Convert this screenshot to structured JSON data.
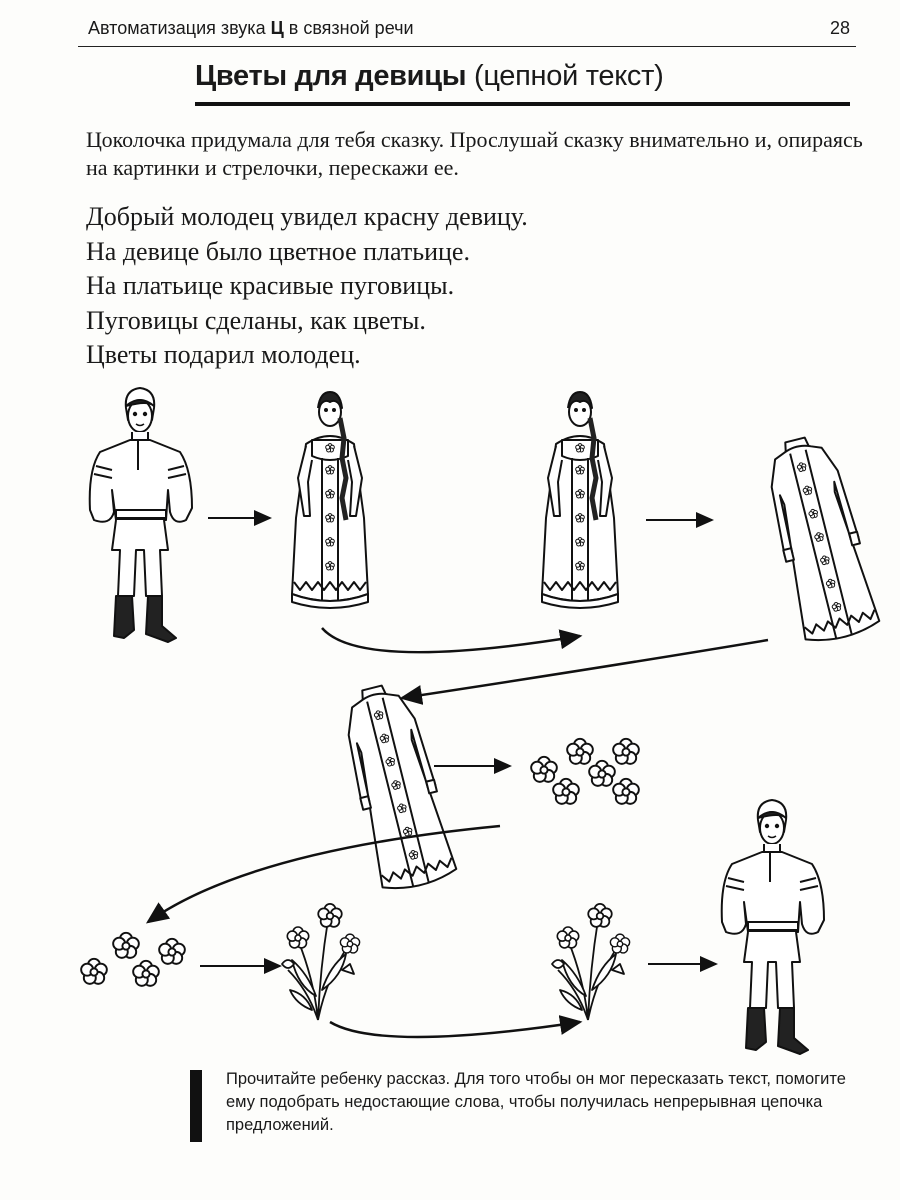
{
  "header": {
    "running_title_prefix": "Автоматизация звука ",
    "running_title_sound": "Ц",
    "running_title_suffix": " в связной речи",
    "page_number": "28"
  },
  "title": {
    "main": "Цветы для девицы",
    "sub": " (цепной текст)"
  },
  "intro": "Цоколочка придумала для тебя сказку. Прослушай сказку внимательно и, опираясь на картинки и стрелочки, перескажи ее.",
  "story": [
    "Добрый молодец увидел красну девицу.",
    "На девице было цветное платьице.",
    "На платьице красивые пуговицы.",
    "Пуговицы сделаны, как цветы.",
    "Цветы подарил молодец."
  ],
  "note": "Прочитайте ребенку рассказ. Для того чтобы он мог пересказать текст, помогите ему подобрать недостающие слова, чтобы получилась непрерывная цепочка предложений."
}
